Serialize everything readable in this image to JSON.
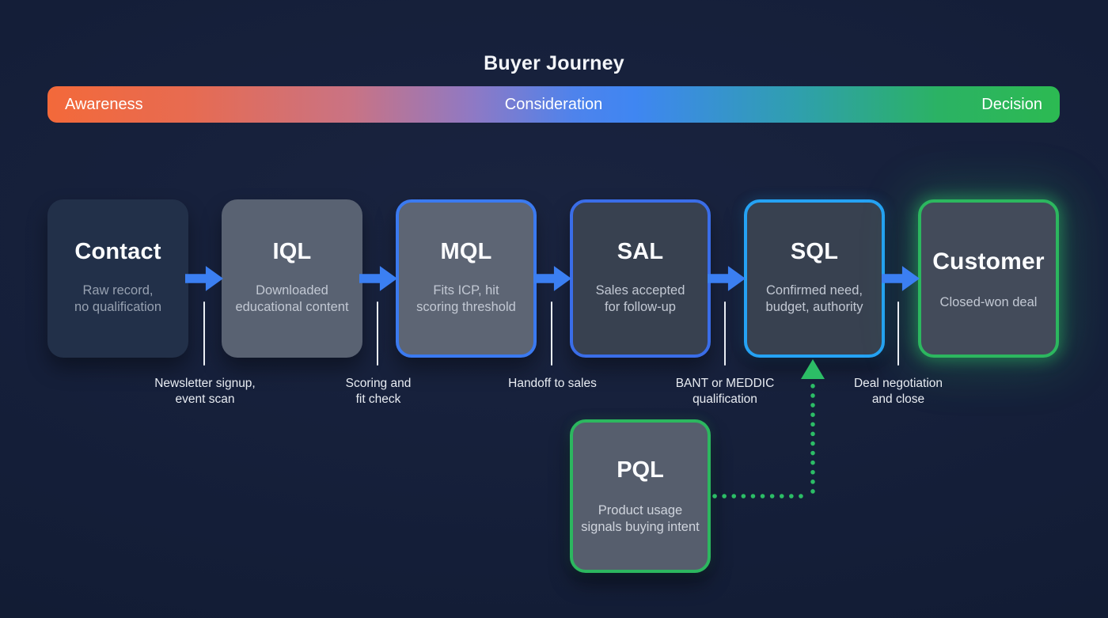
{
  "title": "Buyer Journey",
  "journey_bar": {
    "awareness": "Awareness",
    "consideration": "Consideration",
    "decision": "Decision",
    "gradient_start": "#f3693a",
    "gradient_mid": "#3f86f2",
    "gradient_end": "#2cba52"
  },
  "stages": [
    {
      "title": "Contact",
      "desc": [
        "Raw record,",
        "no qualification"
      ]
    },
    {
      "title": "IQL",
      "desc": [
        "Downloaded",
        "educational content"
      ]
    },
    {
      "title": "MQL",
      "desc": [
        "Fits ICP, hit",
        "scoring threshold"
      ],
      "border_color": "#3b7af0"
    },
    {
      "title": "SAL",
      "desc": [
        "Sales accepted",
        "for follow-up"
      ],
      "border_color": "#3a6de8"
    },
    {
      "title": "SQL",
      "desc": [
        "Confirmed need,",
        "budget, authority"
      ],
      "border_color": "#25a2f4"
    },
    {
      "title": "Customer",
      "desc": [
        "Closed-won deal"
      ],
      "border_color": "#2cb75f"
    }
  ],
  "milestones": [
    {
      "lines": [
        "Newsletter signup,",
        "event scan"
      ]
    },
    {
      "lines": [
        "Scoring and",
        "fit check"
      ]
    },
    {
      "lines": [
        "Handoff to sales"
      ]
    },
    {
      "lines": [
        "BANT or MEDDIC",
        "qualification"
      ]
    },
    {
      "lines": [
        "Deal negotiation",
        "and close"
      ]
    }
  ],
  "pql_stage": {
    "title": "PQL",
    "desc": [
      "Product usage",
      "signals buying intent"
    ],
    "border_color": "#2cb75f"
  },
  "colors": {
    "background": "#131d36",
    "arrow_blue": "#3b7ff2",
    "connector_green": "#2cbd66",
    "tick_white": "#e9edf3",
    "customer_glow": "#2cb75f"
  }
}
